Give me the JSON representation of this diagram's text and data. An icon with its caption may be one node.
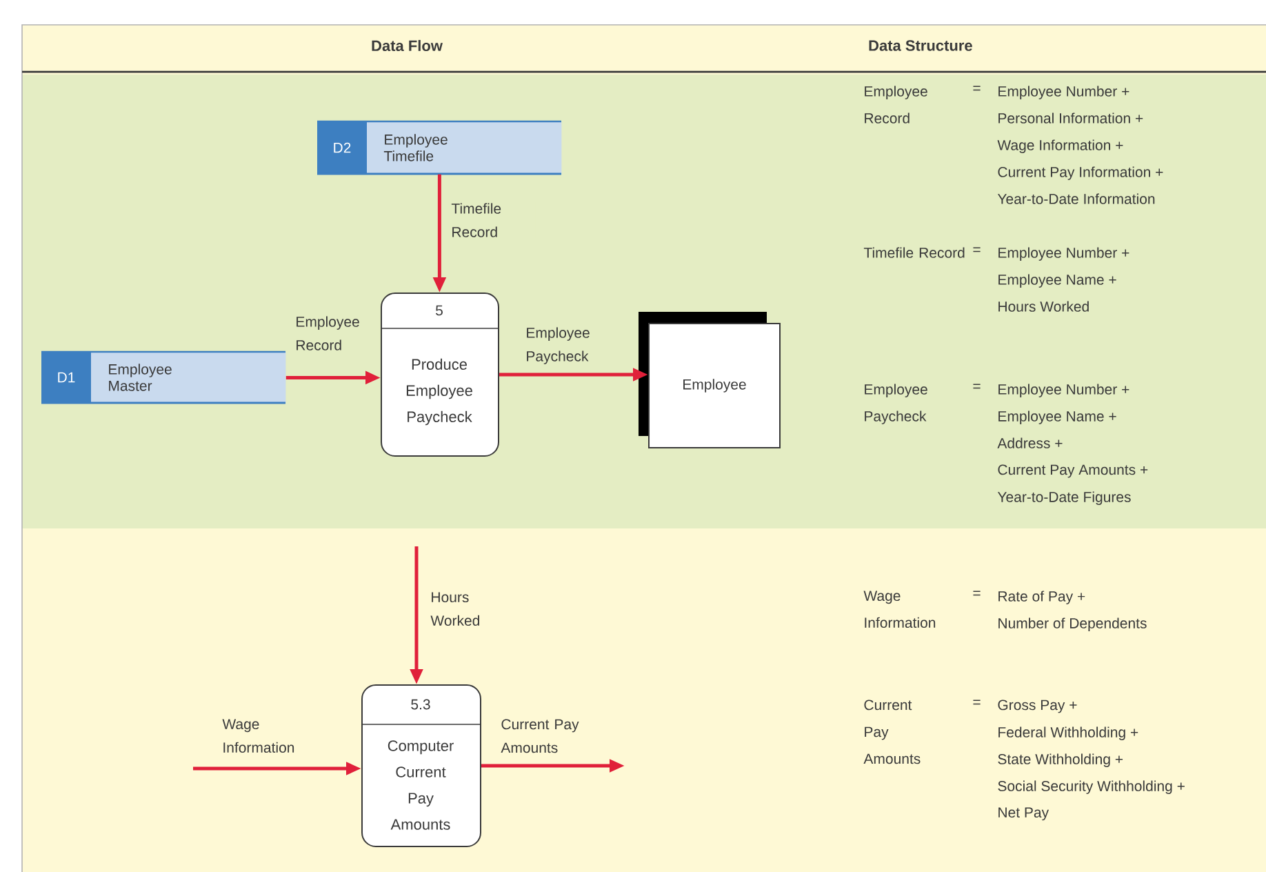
{
  "diagram": {
    "nodes": [
      {
        "text": [
          "D2",
          "Employee Timefile"
        ]
      },
      {
        "text": [
          "5",
          "Produce Employee Paycheck"
        ]
      },
      {
        "text": [
          "D1",
          "Employee Master"
        ]
      },
      {
        "text": [
          "Employee"
        ]
      },
      {
        "text": [
          "5.3",
          "Computer Current Pay Amounts"
        ]
      }
    ],
    "edges": [
      {
        "from": 0,
        "to": 1,
        "arrow": "to",
        "label": "Timefile Record"
      },
      {
        "from": 2,
        "to": 1,
        "arrow": "to",
        "label": "Employee Record"
      },
      {
        "from": 1,
        "to": 3,
        "arrow": "to",
        "label": "Employee Paycheck"
      },
      {
        "from": null,
        "to": 4,
        "arrow": "to",
        "label": "Hours Worked"
      },
      {
        "from": null,
        "to": 4,
        "arrow": "to",
        "label": "Wage Information"
      },
      {
        "from": 4,
        "to": null,
        "arrow": "to",
        "label": "Current Pay Amounts"
      }
    ],
    "labels": [
      "Data Flow",
      "Data Structure",
      "Employee Record",
      "=",
      "Employee Number +",
      "Personal Information +",
      "Wage Information +",
      "Current Pay Information +",
      "Year-to-Date Information",
      "Timefile Record",
      "=",
      "Employee Number +",
      "Employee Name +",
      "Hours Worked",
      "Employee Paycheck",
      "=",
      "Employee Number +",
      "Employee Name +",
      "Address +",
      "Current Pay Amounts +",
      "Year-to-Date Figures",
      "Wage Information",
      "=",
      "Rate of Pay +",
      "Number of Dependents",
      "Current Pay Amounts",
      "=",
      "Gross Pay +",
      "Federal Withholding +",
      "State Withholding +",
      "Social Security Withholding +",
      "Net Pay"
    ]
  }
}
